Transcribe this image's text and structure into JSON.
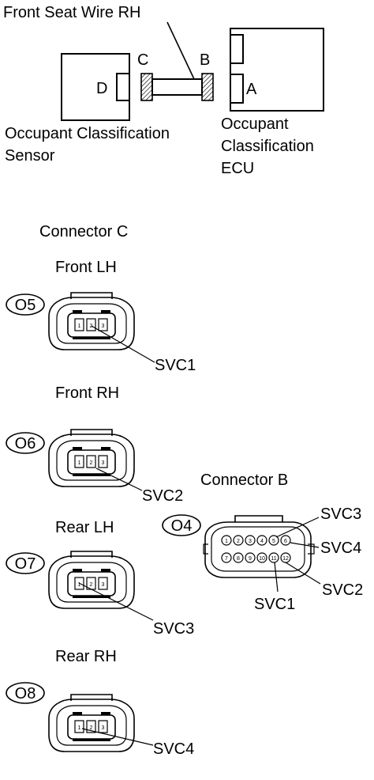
{
  "top_diagram": {
    "wire_label": "Front Seat Wire RH",
    "label_c": "C",
    "label_b": "B",
    "label_d": "D",
    "label_a": "A",
    "sensor_label_1": "Occupant Classification",
    "sensor_label_2": "Sensor",
    "ecu_label_1": "Occupant",
    "ecu_label_2": "Classification",
    "ecu_label_3": "ECU"
  },
  "connector_c": {
    "title": "Connector C",
    "connectors": [
      {
        "position": "Front LH",
        "code": "O5",
        "pins": [
          "1",
          "2",
          "3"
        ],
        "signal": "SVC1"
      },
      {
        "position": "Front RH",
        "code": "O6",
        "pins": [
          "1",
          "2",
          "3"
        ],
        "signal": "SVC2"
      },
      {
        "position": "Rear LH",
        "code": "O7",
        "pins": [
          "1",
          "2",
          "3"
        ],
        "signal": "SVC3"
      },
      {
        "position": "Rear RH",
        "code": "O8",
        "pins": [
          "1",
          "2",
          "3"
        ],
        "signal": "SVC4"
      }
    ]
  },
  "connector_b": {
    "title": "Connector B",
    "code": "O4",
    "pins_top": [
      "1",
      "2",
      "3",
      "4",
      "5",
      "6"
    ],
    "pins_bottom": [
      "7",
      "8",
      "9",
      "10",
      "11",
      "12"
    ],
    "signals": [
      "SVC3",
      "SVC4",
      "SVC2",
      "SVC1"
    ]
  }
}
